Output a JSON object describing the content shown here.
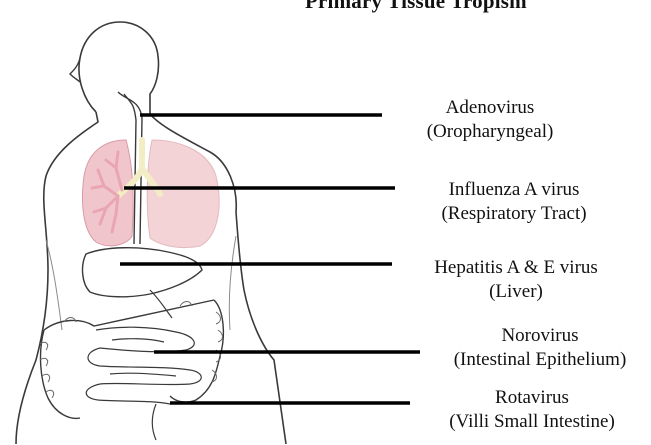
{
  "title": "Primary Tissue Tropism",
  "colors": {
    "outline": "#3a3a3a",
    "lung": "#f4d3d6",
    "bronchi": "#e9a6b2",
    "airway": "#f2edc4",
    "leader": "#000000"
  },
  "labels": [
    {
      "name": "adenovirus",
      "organism": "Adenovirus",
      "site": "(Oropharyngeal)"
    },
    {
      "name": "influenza-a",
      "organism": "Influenza A virus",
      "site": "(Respiratory Tract)"
    },
    {
      "name": "hepatitis-a-e",
      "organism": "Hepatitis A & E virus",
      "site": "(Liver)"
    },
    {
      "name": "norovirus",
      "organism": "Norovirus",
      "site": "(Intestinal Epithelium)"
    },
    {
      "name": "rotavirus",
      "organism": "Rotavirus",
      "site": "(Villi Small Intestine)"
    }
  ]
}
